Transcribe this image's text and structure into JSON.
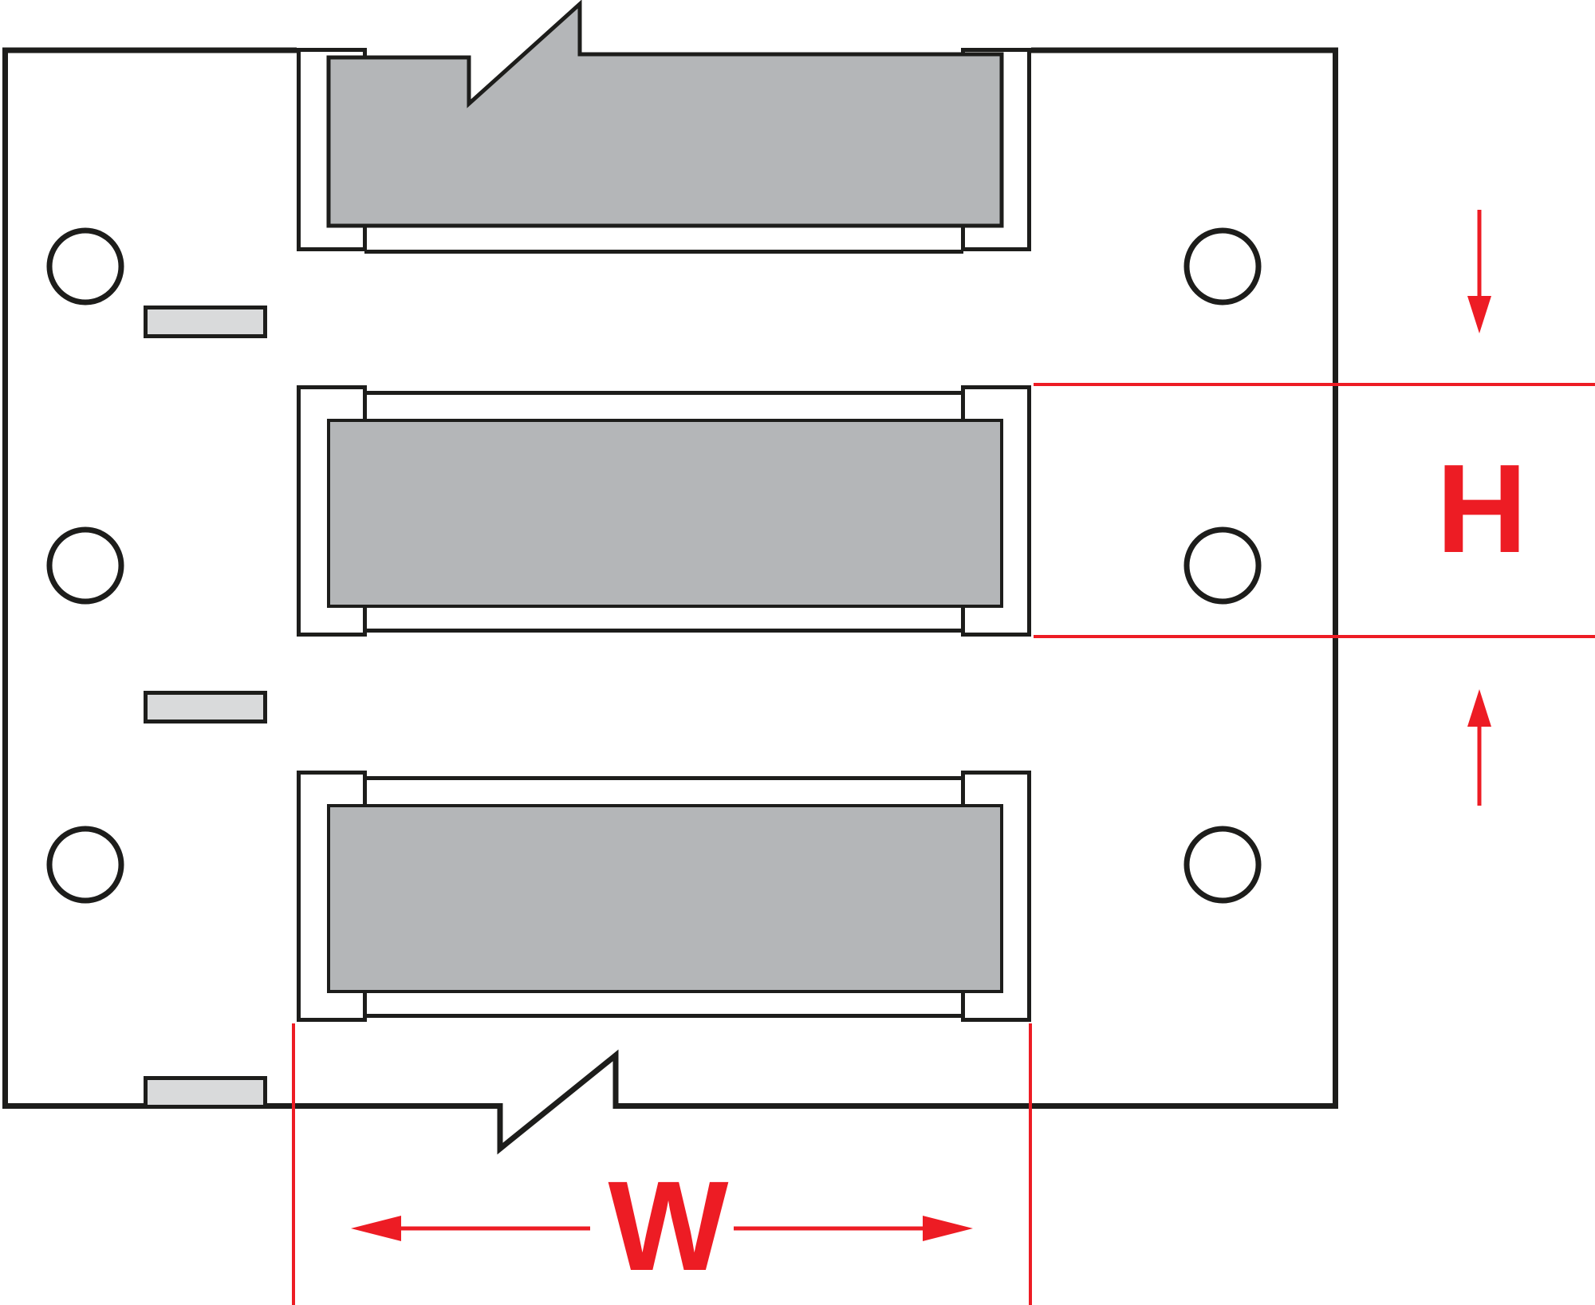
{
  "title": "Heat-shrink wire marker sleeves on carrier - dimension diagram",
  "dimensions": {
    "height_label": "H",
    "width_label": "W"
  },
  "colors": {
    "line": "#1d1d1b",
    "red": "#ED1C24",
    "paper": "#ffffff",
    "sleeve_gray": "#b4b6b8",
    "notch_gray": "#d9dadb"
  },
  "counts": {
    "sleeves": 3,
    "feed_holes": 6,
    "carrier_notches": 3,
    "break_symbols": 2
  }
}
